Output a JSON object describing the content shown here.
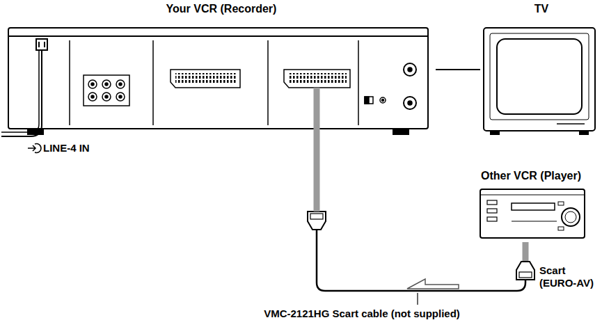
{
  "diagram": {
    "nodes": [
      {
        "text": [
          "Your VCR (Recorder)"
        ]
      },
      {
        "text": [
          "TV"
        ]
      },
      {
        "text": [
          "Other VCR (Player)"
        ]
      }
    ],
    "edges": [
      {
        "from": 0,
        "to": 1,
        "arrow": "none"
      },
      {
        "from": 2,
        "to": 0,
        "arrow": "to"
      }
    ],
    "labels": [
      "LINE-4 IN",
      "Scart (EURO-AV)",
      "VMC-2121HG Scart cable (not supplied)"
    ]
  }
}
